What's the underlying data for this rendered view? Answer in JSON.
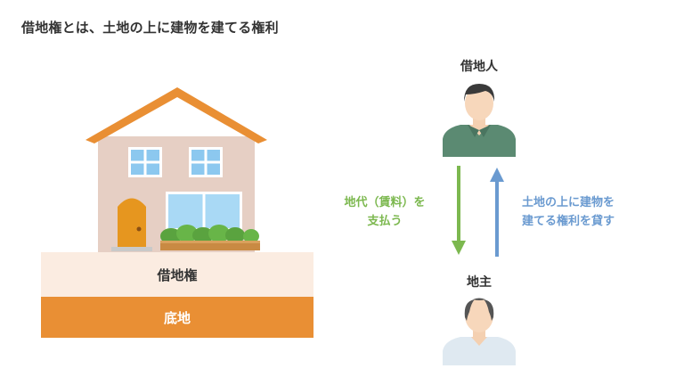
{
  "title": "借地権とは、土地の上に建物を建てる権利",
  "layers": {
    "lease_right": "借地権",
    "base_land": "底地"
  },
  "people": {
    "lessee": "借地人",
    "landowner": "地主"
  },
  "flows": {
    "rent_line1": "地代（賃料）を",
    "rent_line2": "支払う",
    "lend_line1": "土地の上に建物を",
    "lend_line2": "建てる権利を貸す"
  },
  "colors": {
    "base_land": "#e98f34",
    "lease_right": "#fbece1",
    "rent_arrow": "#7cb84f",
    "lend_arrow": "#6a9ad0"
  }
}
